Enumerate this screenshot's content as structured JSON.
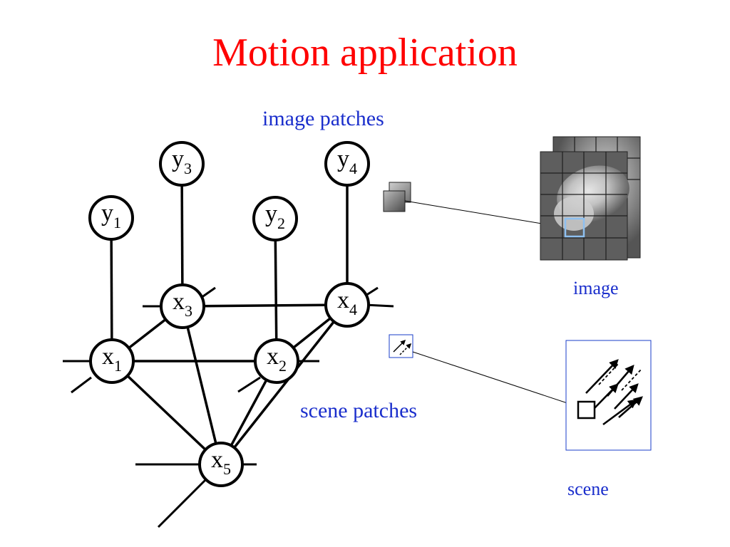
{
  "title": "Motion application",
  "labels": {
    "image_patches": "image patches",
    "scene_patches": "scene patches",
    "image": "image",
    "scene": "scene"
  },
  "nodes": [
    {
      "id": "y1",
      "base": "y",
      "sub": "1"
    },
    {
      "id": "y2",
      "base": "y",
      "sub": "2"
    },
    {
      "id": "y3",
      "base": "y",
      "sub": "3"
    },
    {
      "id": "y4",
      "base": "y",
      "sub": "4"
    },
    {
      "id": "x1",
      "base": "x",
      "sub": "1"
    },
    {
      "id": "x2",
      "base": "x",
      "sub": "2"
    },
    {
      "id": "x3",
      "base": "x",
      "sub": "3"
    },
    {
      "id": "x4",
      "base": "x",
      "sub": "4"
    },
    {
      "id": "x5",
      "base": "x",
      "sub": "5"
    }
  ],
  "edges": [
    [
      "y1",
      "x1"
    ],
    [
      "y2",
      "x2"
    ],
    [
      "y3",
      "x3"
    ],
    [
      "y4",
      "x4"
    ],
    [
      "x1",
      "x3"
    ],
    [
      "x1",
      "x2"
    ],
    [
      "x1",
      "x5"
    ],
    [
      "x3",
      "x4"
    ],
    [
      "x3",
      "x5"
    ],
    [
      "x2",
      "x4"
    ],
    [
      "x2",
      "x5"
    ],
    [
      "x4",
      "x5"
    ]
  ],
  "colors": {
    "title": "#ff0000",
    "label": "#1a2ecc",
    "highlight": "#8ec0f0",
    "scene_frame": "#1a3ec8"
  }
}
